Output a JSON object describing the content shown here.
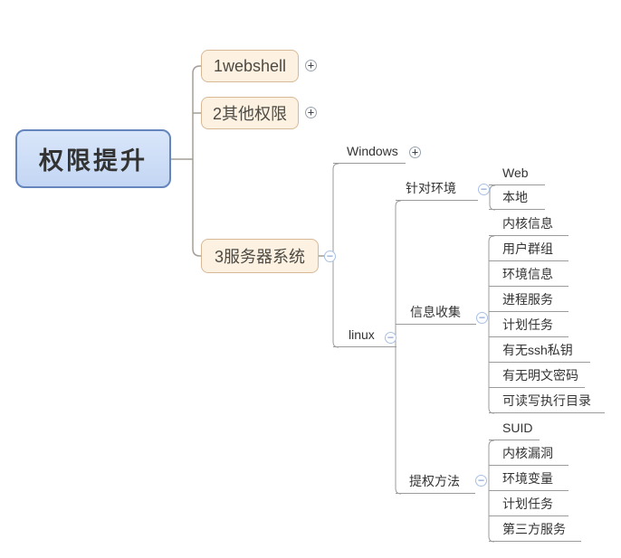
{
  "icons": {
    "plus": "+",
    "minus": "−"
  },
  "colors": {
    "root_fill": "#cfdff6",
    "root_border": "#6585bd",
    "branch_fill": "#fdf2e2",
    "branch_border": "#d9b896",
    "branch_line": "#a39d96",
    "sub_line": "#9b9b9b",
    "expander_plus_border": "#98a1ae",
    "expander_minus_border": "#a9c0e4"
  },
  "tree": {
    "root": {
      "label": "权限提升"
    },
    "branches": [
      {
        "label": "1webshell",
        "state": "collapsed"
      },
      {
        "label": "2其他权限",
        "state": "collapsed"
      },
      {
        "label": "3服务器系统",
        "state": "expanded",
        "children": [
          {
            "label": "Windows",
            "state": "collapsed"
          },
          {
            "label": "linux",
            "state": "expanded",
            "children": [
              {
                "label": "针对环境",
                "state": "expanded",
                "children": [
                  {
                    "label": "Web"
                  },
                  {
                    "label": "本地"
                  }
                ]
              },
              {
                "label": "信息收集",
                "state": "expanded",
                "children": [
                  {
                    "label": "内核信息"
                  },
                  {
                    "label": "用户群组"
                  },
                  {
                    "label": "环境信息"
                  },
                  {
                    "label": "进程服务"
                  },
                  {
                    "label": "计划任务"
                  },
                  {
                    "label": "有无ssh私钥"
                  },
                  {
                    "label": "有无明文密码"
                  },
                  {
                    "label": "可读写执行目录"
                  }
                ]
              },
              {
                "label": "提权方法",
                "state": "expanded",
                "children": [
                  {
                    "label": "SUID"
                  },
                  {
                    "label": "内核漏洞"
                  },
                  {
                    "label": "环境变量"
                  },
                  {
                    "label": "计划任务"
                  },
                  {
                    "label": "第三方服务"
                  }
                ]
              }
            ]
          }
        ]
      }
    ]
  }
}
